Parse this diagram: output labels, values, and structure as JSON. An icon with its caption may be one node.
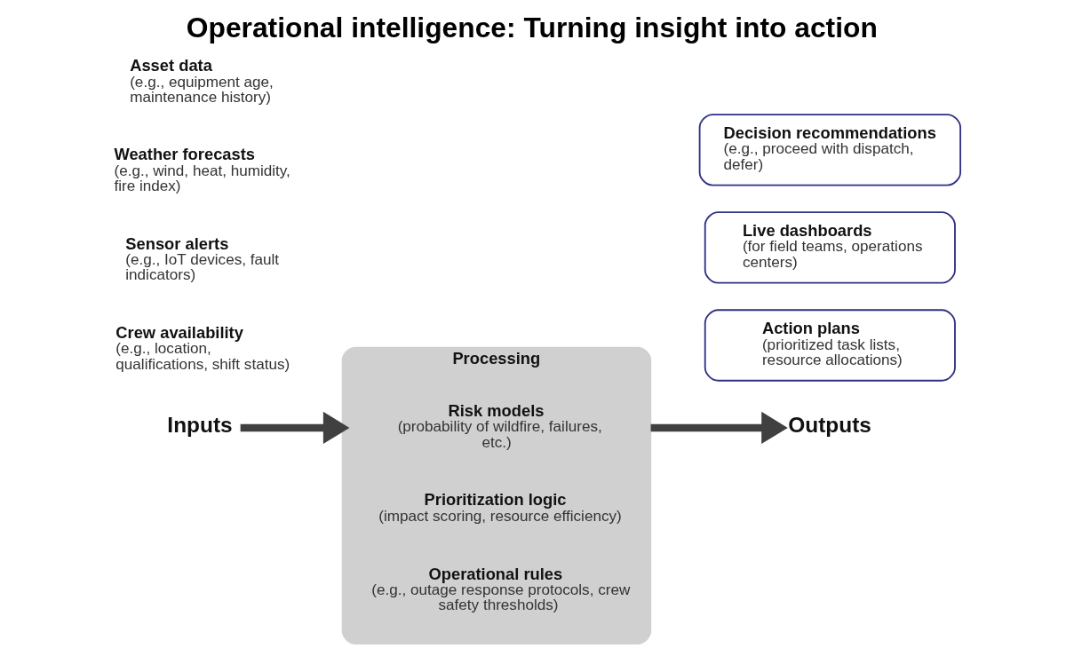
{
  "diagram": {
    "title": "Operational intelligence: Turning insight into action",
    "nodes": [
      {
        "text": [
          "Inputs"
        ]
      },
      {
        "text": [
          "Asset data",
          "(e.g., equipment age, maintenance history)"
        ]
      },
      {
        "text": [
          "Weather forecasts",
          "(e.g., wind, heat, humidity, fire index)"
        ]
      },
      {
        "text": [
          "Sensor alerts",
          "(e.g., IoT devices, fault indicators)"
        ]
      },
      {
        "text": [
          "Crew availability",
          "(e.g., location, qualifications, shift status)"
        ]
      },
      {
        "text": [
          "Processing"
        ]
      },
      {
        "text": [
          "Risk models",
          "(probability of wildfire, failures, etc.)"
        ],
        "in": 5
      },
      {
        "text": [
          "Prioritization logic",
          "(impact scoring, resource efficiency)"
        ],
        "in": 5
      },
      {
        "text": [
          "Operational rules",
          "(e.g., outage response protocols, crew safety thresholds)"
        ],
        "in": 5
      },
      {
        "text": [
          "Outputs"
        ]
      },
      {
        "text": [
          "Decision recommendations",
          "(e.g., proceed with dispatch, defer)"
        ]
      },
      {
        "text": [
          "Live dashboards",
          "(for field teams, operations centers)"
        ]
      },
      {
        "text": [
          "Action plans",
          "(prioritized task lists, resource allocations)"
        ]
      }
    ],
    "edges": [
      {
        "from": 0,
        "to": 5,
        "arrow": "to"
      },
      {
        "from": 5,
        "to": 9,
        "arrow": "to"
      }
    ]
  }
}
